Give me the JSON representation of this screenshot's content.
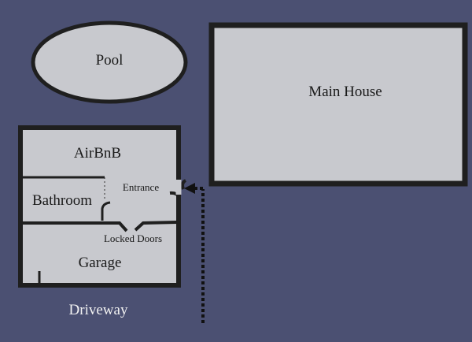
{
  "title": "Property layout diagram",
  "colors": {
    "background": "#4b5072",
    "room_fill": "#c8c9ce",
    "wall": "#1f1f1f",
    "label": "#1a1a1a",
    "outside_label": "#f2f2f2"
  },
  "areas": {
    "pool": "Pool",
    "main_house": "Main House",
    "airbnb": "AirBnB",
    "bathroom": "Bathroom",
    "entrance": "Entrance",
    "locked_doors": "Locked Doors",
    "garage": "Garage",
    "driveway": "Driveway"
  },
  "path": {
    "description": "Dotted arrow from driveway to AirBnB entrance",
    "style": "dotted",
    "direction": "up-then-left"
  }
}
